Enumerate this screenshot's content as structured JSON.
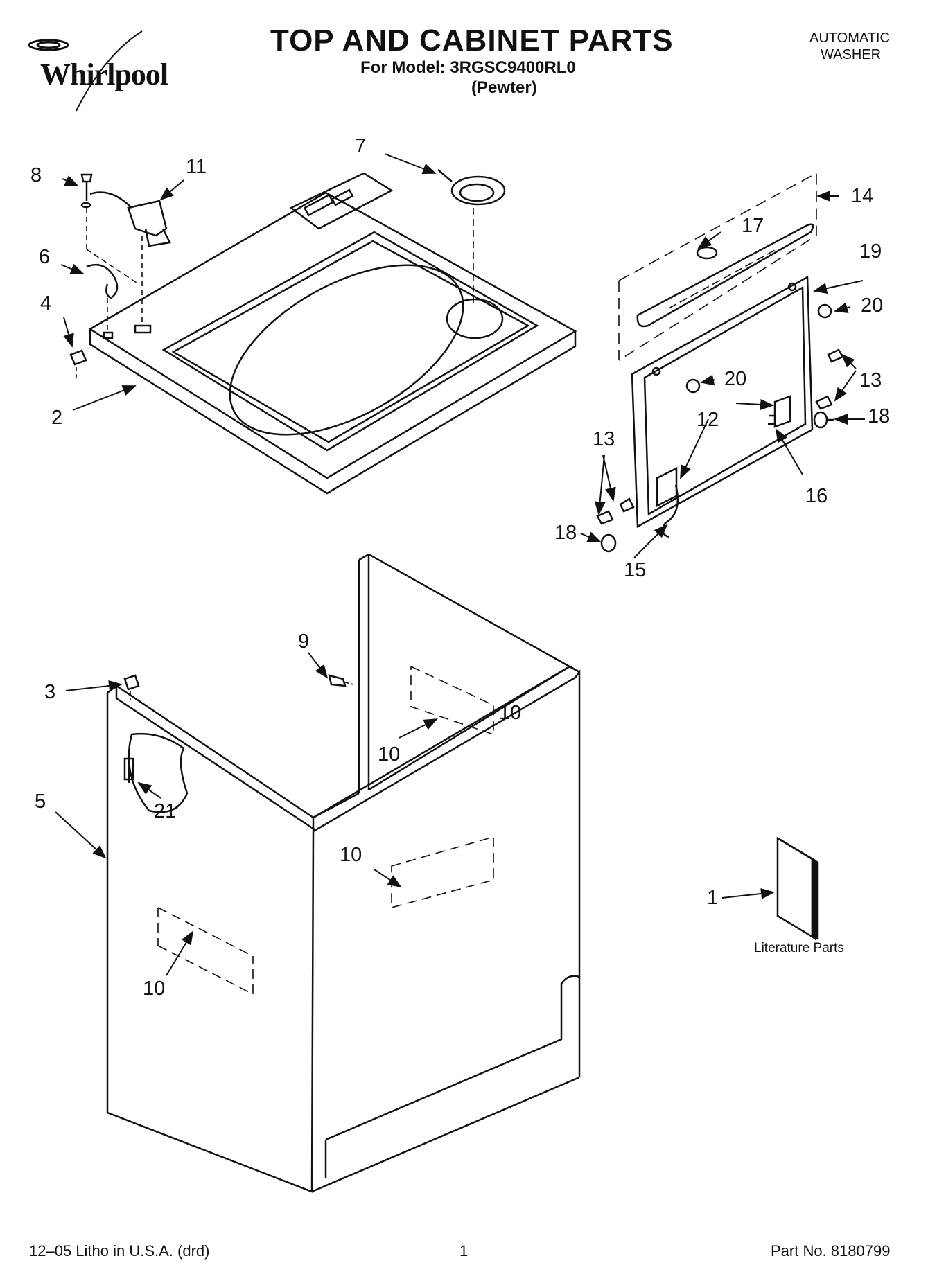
{
  "header": {
    "brand": "Whirlpool",
    "title": "TOP AND CABINET PARTS",
    "model_line": "For Model: 3RGSC9400RL0",
    "color_line": "(Pewter)",
    "product_type_line1": "AUTOMATIC",
    "product_type_line2": "WASHER"
  },
  "callouts": [
    "1",
    "2",
    "3",
    "4",
    "5",
    "6",
    "7",
    "8",
    "9",
    "10",
    "11",
    "12",
    "13",
    "14",
    "15",
    "16",
    "17",
    "18",
    "19",
    "20",
    "21"
  ],
  "literature_label": "Literature Parts",
  "footer": {
    "litho": "12–05 Litho in U.S.A. (drd)",
    "page": "1",
    "part_no": "Part No. 8180799"
  }
}
